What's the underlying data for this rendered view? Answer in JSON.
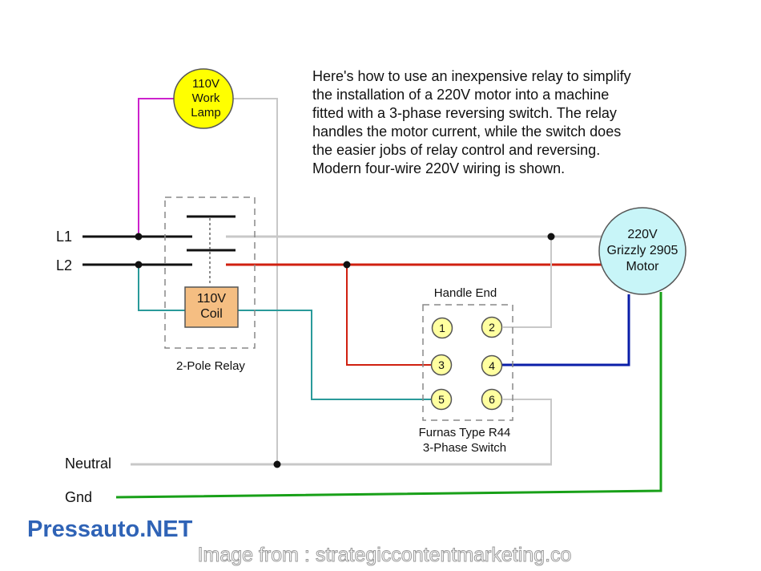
{
  "description_lines": [
    "Here's how to use an inexpensive relay to simplify",
    "the installation of a 220V motor into a machine",
    "fitted with a 3-phase reversing switch. The relay",
    "handles the motor current, while the switch does",
    "the easier jobs of relay control and reversing.",
    "Modern four-wire 220V wiring is shown."
  ],
  "lamp": {
    "line1": "110V",
    "line2": "Work",
    "line3": "Lamp"
  },
  "motor": {
    "line1": "220V",
    "line2": "Grizzly 2905",
    "line3": "Motor"
  },
  "coil": {
    "line1": "110V",
    "line2": "Coil"
  },
  "relay_label": "2-Pole Relay",
  "switch": {
    "header": "Handle End",
    "terminals": [
      "1",
      "2",
      "3",
      "4",
      "5",
      "6"
    ],
    "footer_line1": "Furnas Type R44",
    "footer_line2": "3-Phase Switch"
  },
  "lines": {
    "l1": "L1",
    "l2": "L2",
    "neutral": "Neutral",
    "gnd": "Gnd"
  },
  "brand": "Pressauto.NET",
  "source": "Image from : strategiccontentmarketing.co",
  "colors": {
    "lamp_fill": "#FFFF00",
    "motor_fill": "#C8F5F8",
    "coil_fill": "#F5BE82",
    "terminal_fill": "#FFFFA0",
    "l1_wire": "#C8C8C8",
    "l2_wire": "#D02010",
    "control_wire": "#2A9A9A",
    "lamp_wire": "#CC22CC",
    "motor_wire": "#0A1EA8",
    "ground_wire": "#18A018",
    "brand": "#2F63B6"
  }
}
